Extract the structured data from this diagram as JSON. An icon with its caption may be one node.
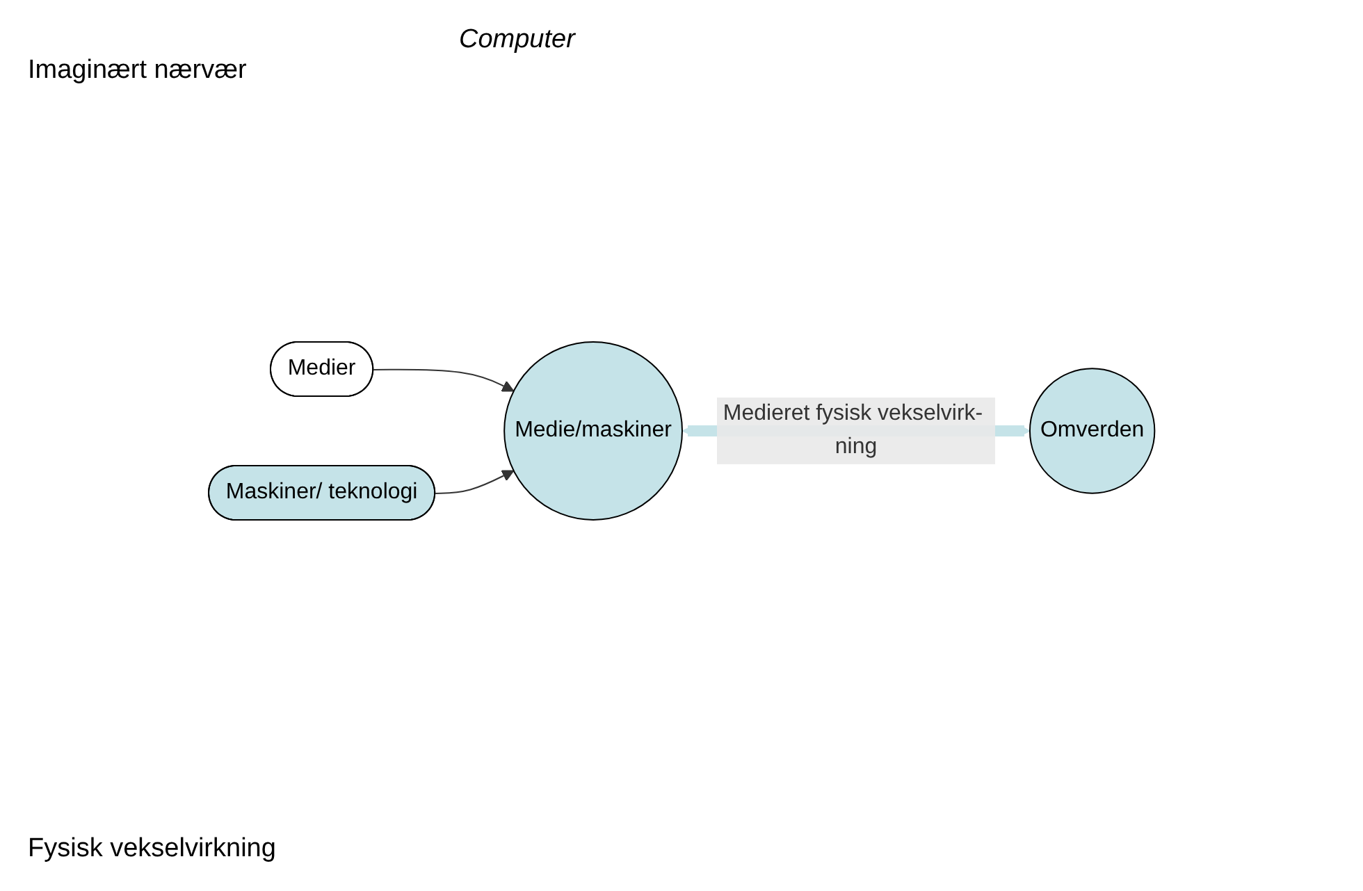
{
  "diagram": {
    "nodes": [
      {
        "text": [
          "Medier"
        ]
      },
      {
        "text": [
          "Medie/maskiner"
        ]
      },
      {
        "text": [
          "Maskiner/ teknologi"
        ]
      },
      {
        "text": [
          "Omverden"
        ]
      }
    ],
    "edges": [
      {
        "from": 0,
        "to": 1,
        "arrow": "to"
      },
      {
        "from": 2,
        "to": 1,
        "arrow": "to"
      },
      {
        "from": 1,
        "to": 3,
        "arrow": "both",
        "label": "Medieret fysisk vekselvirk- ning",
        "style": "thick",
        "color": "#c5e3e8"
      }
    ],
    "labels": [
      "Computer",
      "Imaginært nærvær",
      "Fysisk vekselvirkning"
    ]
  }
}
